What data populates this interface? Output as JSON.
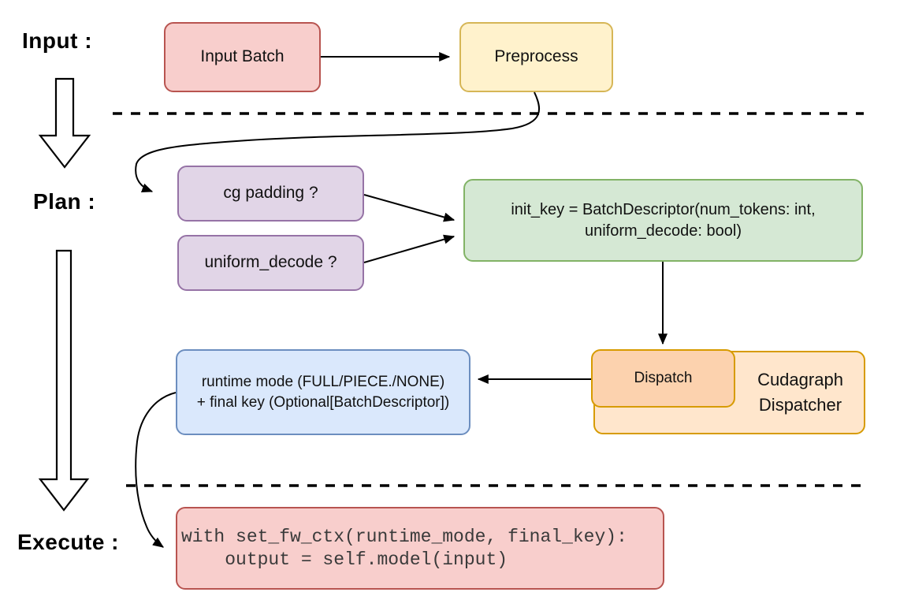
{
  "stages": {
    "input_label": "Input :",
    "plan_label": "Plan :",
    "execute_label": "Execute :"
  },
  "nodes": {
    "input_batch": {
      "label": "Input Batch"
    },
    "preprocess": {
      "label": "Preprocess"
    },
    "cg_padding": {
      "label": "cg padding ?"
    },
    "uniform_decode": {
      "label": "uniform_decode ?"
    },
    "init_key": {
      "line1": "init_key = BatchDescriptor(num_tokens: int,",
      "line2": "uniform_decode: bool)"
    },
    "dispatch": {
      "label": "Dispatch"
    },
    "cudagraph_dispatcher": {
      "line1": "Cudagraph",
      "line2": "Dispatcher"
    },
    "runtime_mode": {
      "line1": "runtime mode (FULL/PIECE./NONE)",
      "line2": "+ final key (Optional[BatchDescriptor])"
    },
    "execute_code": {
      "line1": "with set_fw_ctx(runtime_mode, final_key):",
      "line2": "    output = self.model(input)"
    }
  },
  "connectors": {
    "input_batch_to_preprocess": "arrow",
    "preprocess_to_cg_padding": "curved arrow",
    "cg_padding_to_init_key": "arrow",
    "uniform_decode_to_init_key": "arrow",
    "init_key_to_dispatch": "arrow",
    "dispatch_to_runtime_mode": "arrow",
    "runtime_mode_to_execute_code": "curved arrow"
  },
  "colors": {
    "pink_fill": "#f8cecc",
    "pink_stroke": "#b85450",
    "yellow_fill": "#fff2cc",
    "yellow_stroke": "#d6b656",
    "purple_fill": "#e1d5e7",
    "purple_stroke": "#9673a6",
    "green_fill": "#d5e8d4",
    "green_stroke": "#82b366",
    "blue_fill": "#dae8fc",
    "blue_stroke": "#6c8ebf",
    "orange_fill": "#ffe6cc",
    "orange_inner_fill": "#fcd2ae",
    "orange_stroke": "#d79b00",
    "connector": "#000000",
    "background": "#ffffff"
  }
}
